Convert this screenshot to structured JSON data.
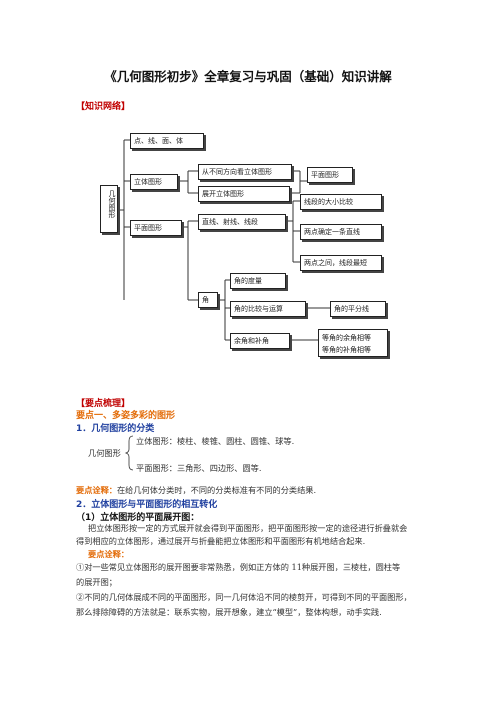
{
  "title": "《几何图形初步》全章复习与巩固（基础）知识讲解",
  "knowledge_network_heading": "【知识网络】",
  "diagram": {
    "root": "几何图形",
    "points_lines": "点、线、面、体",
    "solid": "立体图形",
    "view_from_dirs": "从不同方向看立体图形",
    "unfold_solid": "展开立体图形",
    "plane_figure_right": "平面图形",
    "plane": "平面图形",
    "lines_rays": "直线、射线、线段",
    "segment_compare": "线段的大小比较",
    "two_points_line": "两点确定一条直线",
    "two_points_shortest": "两点之间，线段最短",
    "angle": "角",
    "angle_measure": "角的度量",
    "angle_compare": "角的比较与运算",
    "angle_bisector": "角的平分线",
    "complement": "余角和补角",
    "equal_complement": "等角的余角相等",
    "equal_supplement": "等角的补角相等"
  },
  "key_points_heading": "【要点梳理】",
  "kp1": "要点一、多姿多彩的图形",
  "kp1_1": "1．几何图形的分类",
  "classify_root": "几何图形",
  "classify_solid": "立体图形：棱柱、棱锥、圆柱、圆锥、球等.",
  "classify_plane": "平面图形：三角形、四边形、圆等.",
  "note1_label": "要点诠释：",
  "note1_text": "在给几何体分类时，不同的分类标准有不同的分类结果.",
  "kp2": "2．立体图形与平面图形的相互转化",
  "kp2_1": "（1）立体图形的平面展开图：",
  "para1_line1": "把立体图形按一定的方式展开就会得到平面图形，把平面图形按一定的途径进行折叠就会",
  "para1_line2": "得到相应的立体图形，通过展开与折叠能把立体图形和平面图形有机地结合起来.",
  "note2_label": "要点诠释：",
  "item1_line1": "①对一些常见立体图形的展开图要非常熟悉，例如正方体的 11种展开图，三棱柱，圆柱等",
  "item1_line2": "的展开图；",
  "item2_line1": "②不同的几何体展成不同的平面图形，同一几何体沿不同的棱剪开，可得到不同的平面图形，",
  "item2_line2": "那么排除障碍的方法就是：联系实物，展开想象，建立“模型”，整体构想，动手实践."
}
